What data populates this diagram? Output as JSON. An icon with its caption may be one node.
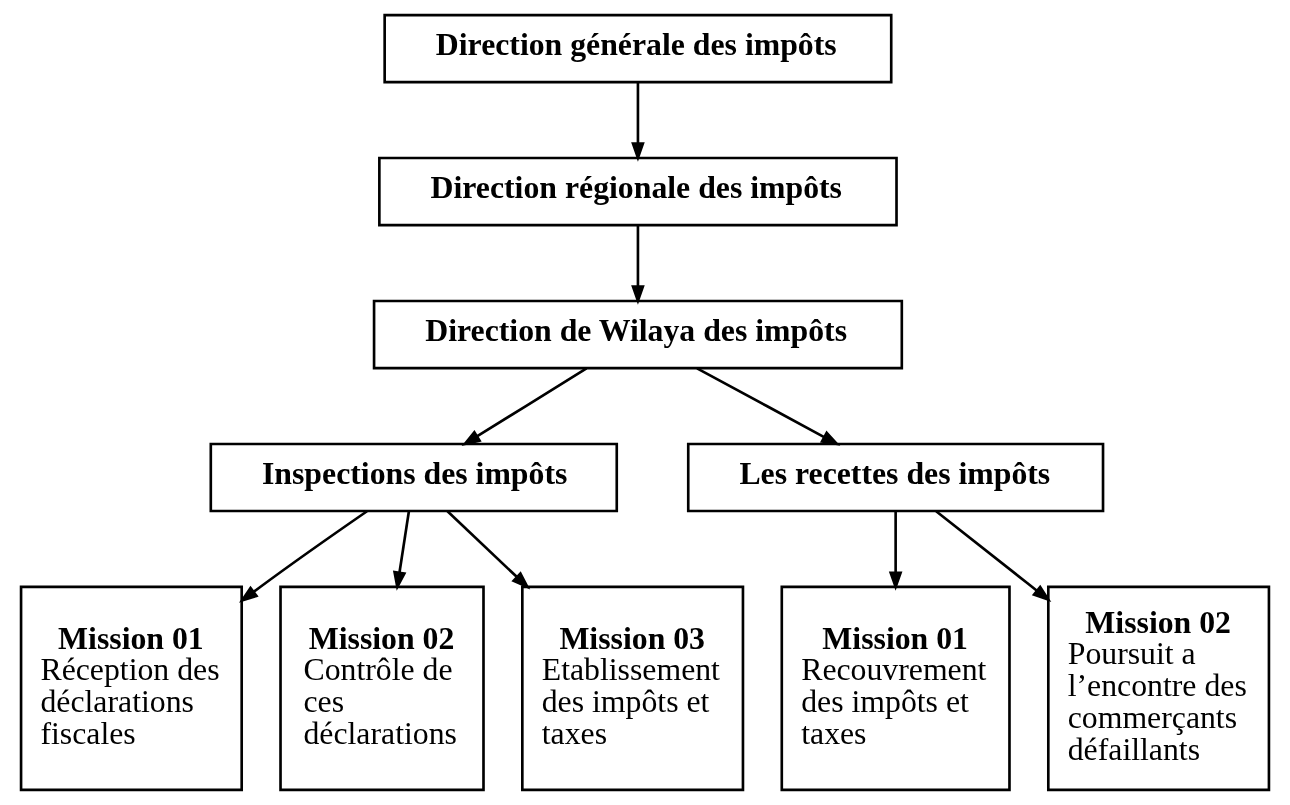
{
  "diagram": {
    "nodes": [
      {
        "text": [
          "Direction générale des impôts"
        ]
      },
      {
        "text": [
          "Direction régionale des impôts"
        ]
      },
      {
        "text": [
          "Direction de Wilaya des impôts"
        ]
      },
      {
        "text": [
          "Inspections des impôts"
        ]
      },
      {
        "text": [
          "Les recettes des impôts"
        ]
      },
      {
        "text": [
          "Mission 01",
          "Réception des déclarations fiscales"
        ]
      },
      {
        "text": [
          "Mission 02",
          "Contrôle de ces déclarations"
        ]
      },
      {
        "text": [
          "Mission 03",
          "Etablissement des impôts et taxes"
        ]
      },
      {
        "text": [
          "Mission 01",
          "Recouvrement des impôts et taxes"
        ]
      },
      {
        "text": [
          "Mission 02",
          "Poursuit a l’encontre des commerçants défaillants"
        ]
      }
    ],
    "edges": [
      {
        "from": 0,
        "to": 1,
        "arrow": "to"
      },
      {
        "from": 1,
        "to": 2,
        "arrow": "to"
      },
      {
        "from": 2,
        "to": 3,
        "arrow": "to"
      },
      {
        "from": 2,
        "to": 4,
        "arrow": "to"
      },
      {
        "from": 3,
        "to": 5,
        "arrow": "to"
      },
      {
        "from": 3,
        "to": 6,
        "arrow": "to"
      },
      {
        "from": 3,
        "to": 7,
        "arrow": "to"
      },
      {
        "from": 4,
        "to": 8,
        "arrow": "to"
      },
      {
        "from": 4,
        "to": 9,
        "arrow": "to"
      }
    ]
  }
}
